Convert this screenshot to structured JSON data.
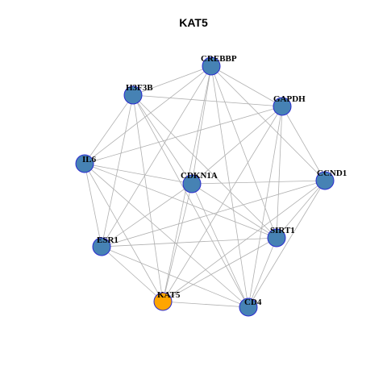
{
  "title": "KAT5",
  "colors": {
    "node_default": "#4682b4",
    "node_highlight": "#ffa500",
    "node_border": "#2b2bcf",
    "edge": "#b0b0b0"
  },
  "nodes": [
    {
      "id": "CREBBP",
      "highlight": false
    },
    {
      "id": "H3F3B",
      "highlight": false
    },
    {
      "id": "GAPDH",
      "highlight": false
    },
    {
      "id": "IL6",
      "highlight": false
    },
    {
      "id": "CDKN1A",
      "highlight": false
    },
    {
      "id": "CCND1",
      "highlight": false
    },
    {
      "id": "ESR1",
      "highlight": false
    },
    {
      "id": "SIRT1",
      "highlight": false
    },
    {
      "id": "KAT5",
      "highlight": true
    },
    {
      "id": "CD4",
      "highlight": false
    }
  ],
  "edges": [
    [
      "CREBBP",
      "H3F3B"
    ],
    [
      "CREBBP",
      "GAPDH"
    ],
    [
      "CREBBP",
      "IL6"
    ],
    [
      "CREBBP",
      "CDKN1A"
    ],
    [
      "CREBBP",
      "CCND1"
    ],
    [
      "CREBBP",
      "ESR1"
    ],
    [
      "CREBBP",
      "SIRT1"
    ],
    [
      "CREBBP",
      "KAT5"
    ],
    [
      "CREBBP",
      "CD4"
    ],
    [
      "H3F3B",
      "GAPDH"
    ],
    [
      "H3F3B",
      "IL6"
    ],
    [
      "H3F3B",
      "CDKN1A"
    ],
    [
      "H3F3B",
      "ESR1"
    ],
    [
      "H3F3B",
      "SIRT1"
    ],
    [
      "H3F3B",
      "KAT5"
    ],
    [
      "H3F3B",
      "CD4"
    ],
    [
      "GAPDH",
      "IL6"
    ],
    [
      "GAPDH",
      "CDKN1A"
    ],
    [
      "GAPDH",
      "CCND1"
    ],
    [
      "GAPDH",
      "SIRT1"
    ],
    [
      "GAPDH",
      "KAT5"
    ],
    [
      "GAPDH",
      "CD4"
    ],
    [
      "IL6",
      "CDKN1A"
    ],
    [
      "IL6",
      "ESR1"
    ],
    [
      "IL6",
      "SIRT1"
    ],
    [
      "IL6",
      "KAT5"
    ],
    [
      "IL6",
      "CD4"
    ],
    [
      "CDKN1A",
      "CCND1"
    ],
    [
      "CDKN1A",
      "ESR1"
    ],
    [
      "CDKN1A",
      "SIRT1"
    ],
    [
      "CDKN1A",
      "KAT5"
    ],
    [
      "CDKN1A",
      "CD4"
    ],
    [
      "CCND1",
      "ESR1"
    ],
    [
      "CCND1",
      "SIRT1"
    ],
    [
      "CCND1",
      "KAT5"
    ],
    [
      "CCND1",
      "CD4"
    ],
    [
      "ESR1",
      "SIRT1"
    ],
    [
      "ESR1",
      "KAT5"
    ],
    [
      "ESR1",
      "CD4"
    ],
    [
      "SIRT1",
      "KAT5"
    ],
    [
      "SIRT1",
      "CD4"
    ],
    [
      "KAT5",
      "CD4"
    ]
  ]
}
